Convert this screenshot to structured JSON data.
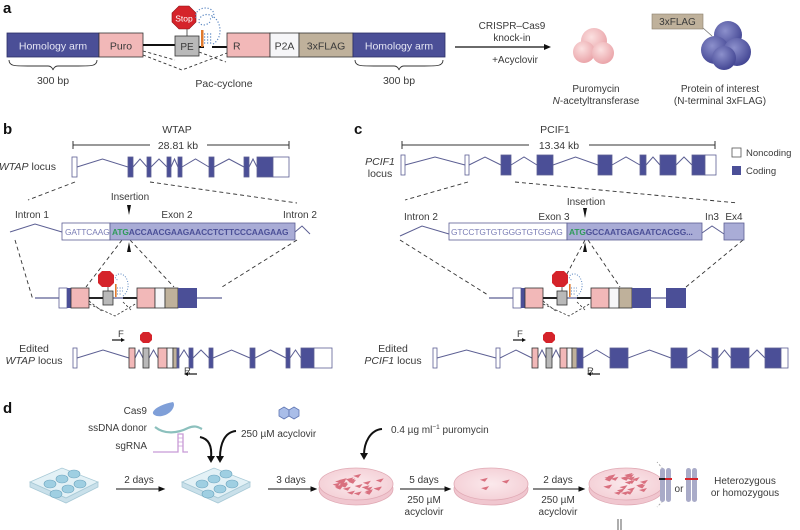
{
  "colors": {
    "homology": "#4b4f97",
    "puro": "#f2b8b8",
    "pe": "#b9b9b9",
    "p2a": "#f3f3f6",
    "flag": "#bfb19b",
    "coding": "#4b4f97",
    "exon_seq_fill": "#a9acd6",
    "atg": "#2f9a5a",
    "stop": "#d5232a",
    "intron_line": "#5c5f93"
  },
  "panel_a": {
    "label": "a",
    "blocks": {
      "homology_left": "Homology arm",
      "puro": "Puro",
      "pe": "PE",
      "stop": "Stop",
      "r": "R",
      "p2a": "P2A",
      "flag": "3xFLAG",
      "homology_right": "Homology arm"
    },
    "bp_left": "300 bp",
    "bp_right": "300 bp",
    "pac_cyclone": "Pac-cyclone",
    "arrow_top1": "CRISPR–Cas9",
    "arrow_top2": "knock-in",
    "arrow_bottom": "+Acyclovir",
    "product1_line1": "Puromycin",
    "product1_line2_italic": "N",
    "product1_line2_rest": "-acetyltransferase",
    "product2_tag": "3xFLAG",
    "product2_line1": "Protein of interest",
    "product2_line2": "(N-terminal 3xFLAG)"
  },
  "panel_b": {
    "label": "b",
    "gene": "WTAP",
    "length": "28.81 kb",
    "locus_italic": "WTAP",
    "locus_rest": " locus",
    "insertion": "Insertion",
    "intron_left": "Intron 1",
    "exon": "Exon 2",
    "intron_right": "Intron 2",
    "seq_noncoding": "GATTCAAG",
    "seq_atg": "ATG",
    "seq_coding": "ACCAACGAAGAACCTCTTCCCAAGAAG",
    "edited_line1": "Edited",
    "edited_italic": "WTAP",
    "edited_rest": " locus",
    "primer_f": "F",
    "primer_r": "R"
  },
  "panel_c": {
    "label": "c",
    "gene": "PCIF1",
    "length": "13.34 kb",
    "locus_italic": "PCIF1",
    "locus_rest": "locus",
    "insertion": "Insertion",
    "intron_left": "Intron 2",
    "exon": "Exon 3",
    "intron_right": "In3",
    "exon_right": "Ex4",
    "seq_noncoding": "GTCCTGTGTGGGTGTGGAG",
    "seq_atg": "ATG",
    "seq_coding": "GCCAATGAGAATCACGG...",
    "edited_line1": "Edited",
    "edited_italic": "PCIF1",
    "edited_rest": " locus",
    "primer_f": "F",
    "primer_r": "R"
  },
  "legend": {
    "noncoding": "Noncoding",
    "coding": "Coding"
  },
  "panel_d": {
    "label": "d",
    "cas9": "Cas9",
    "ssdna": "ssDNA donor",
    "sgrna": "sgRNA",
    "acyclovir_add": "250 µM acyclovir",
    "puromycin_pre": "0.4 µg ml",
    "puromycin_sup": "−1",
    "puromycin_post": " puromycin",
    "step1": "2 days",
    "step2": "3 days",
    "step3_top": "5 days",
    "step3_b1": "250 µM",
    "step3_b2": "acyclovir",
    "step4_top": "2 days",
    "step4_b1": "250 µM",
    "step4_b2": "acyclovir",
    "or": "or",
    "result1": "Heterozygous",
    "result2": "or homozygous"
  }
}
